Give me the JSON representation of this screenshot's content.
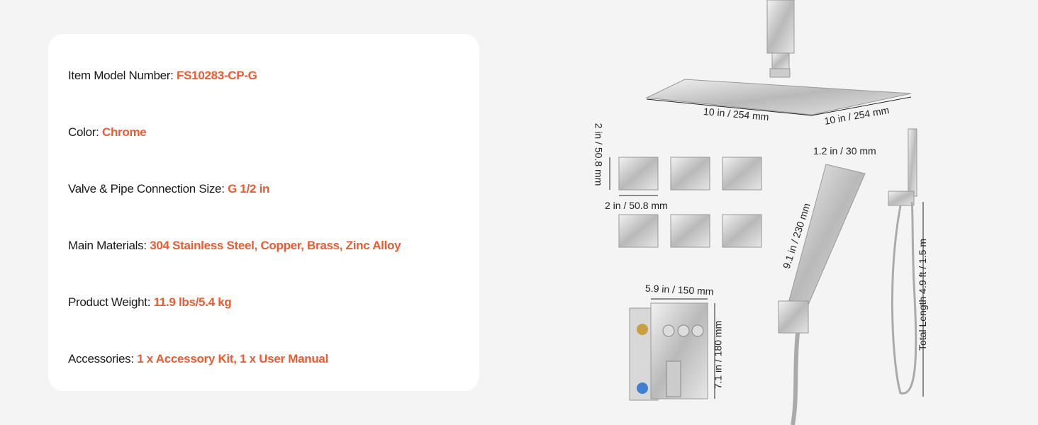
{
  "specs": [
    {
      "label": "Item Model Number:",
      "value": "FS10283-CP-G"
    },
    {
      "label": "Color:",
      "value": "Chrome"
    },
    {
      "label": "Valve & Pipe Connection Size:",
      "value": "G 1/2 in"
    },
    {
      "label": "Main Materials:",
      "value": "304 Stainless Steel, Copper, Brass, Zinc Alloy"
    },
    {
      "label": "Product Weight:",
      "value": "11.9 lbs/5.4 kg"
    },
    {
      "label": "Accessories:",
      "value": " 1 x Accessory Kit, 1 x User Manual"
    }
  ],
  "dimensions": {
    "head_width": "10 in / 254 mm",
    "head_depth": "10 in / 254 mm",
    "jet_height": "2 in / 50.8 mm",
    "jet_width": "2 in / 50.8 mm",
    "handheld_width": "1.2 in / 30 mm",
    "handheld_length": "9.1 in / 230 mm",
    "hose_length": "Total Length 4.9 ft / 1.5 m",
    "valve_width": "5.9 in / 150 mm",
    "valve_height": "7.1 in / 180 mm"
  },
  "colors": {
    "accent": "#ef5a2f",
    "background": "#f4f4f4"
  }
}
